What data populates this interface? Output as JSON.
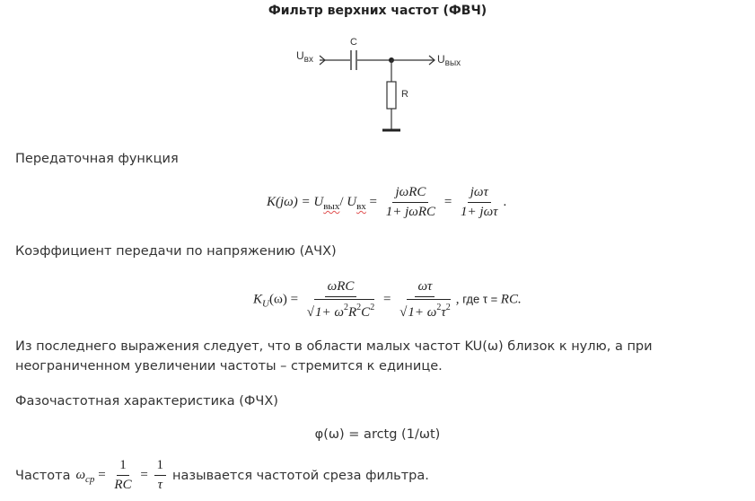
{
  "title": "Фильтр верхних частот (ФВЧ)",
  "circuit": {
    "label_input": "U",
    "label_input_sub": "вх",
    "label_output": "U",
    "label_output_sub": "вых",
    "label_capacitor": "C",
    "label_resistor": "R"
  },
  "para_transfer": "Передаточная функция",
  "eq1": {
    "lhs": "K(jω) = ",
    "u_out": "U",
    "u_out_sub": "вых",
    "slash": "/ ",
    "u_in": "U",
    "u_in_sub": "вх",
    "eq": " = ",
    "f1_num": "jωRC",
    "f1_den": "1+ jωRC",
    "eq2": " = ",
    "f2_num": "jωτ",
    "f2_den": "1+ jωτ",
    "end": "."
  },
  "para_gain": "Коэффициент передачи по напряжению (АЧХ)",
  "eq2": {
    "lhs": "K",
    "lhs_sub": "U",
    "lhs_arg": "(ω) = ",
    "f1_num": "ωRC",
    "f1_den_pre": "1+ ω",
    "f1_den_sup1": "2",
    "f1_den_mid": "R",
    "f1_den_sup2": "2",
    "f1_den_c": "C",
    "f1_den_sup3": "2",
    "eq": " = ",
    "f2_num": "ωτ",
    "f2_den_pre": "1+ ω",
    "f2_den_sup1": "2",
    "f2_den_tau": "τ",
    "f2_den_sup2": "2",
    "tail_sep": ", ",
    "tail_text": "где τ = ",
    "tail_rc": "RC."
  },
  "para_conclusion": "Из последнего выражения следует, что в области малых частот KU(ω) близок к нулю, а при неограниченном увеличении частоты – стремится к единице.",
  "para_phase": "Фазочастотная характеристика (ФЧХ)",
  "eq3": "φ(ω) = arctg (1/ωt)",
  "cutoff": {
    "prefix": "Частота",
    "omega": "ω",
    "omega_sub": "ср",
    "eq": " = ",
    "f1_num": "1",
    "f1_den": "RC",
    "eq2": " = ",
    "f2_num": "1",
    "f2_den": "τ",
    "suffix": "называется частотой среза фильтра."
  }
}
